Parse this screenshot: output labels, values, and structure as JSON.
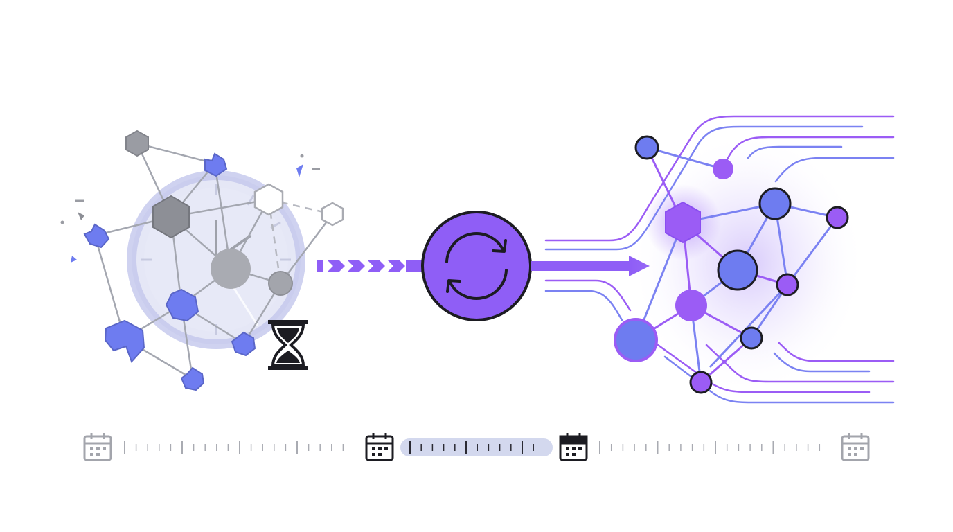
{
  "colors": {
    "background": "#ffffff",
    "stale_gray": "#9a9ca3",
    "stale_dark": "#8c8e95",
    "stale_fill": "#a7a9b0",
    "blue_node": "#6e7cf0",
    "purple_node": "#9b5cf5",
    "purple_accent": "#8f5ef6",
    "blue_line": "#7b82f2",
    "ink": "#1c1c22",
    "track": "#d3d8ee"
  },
  "diagram": {
    "left_cluster": {
      "state": "stale",
      "clock_overlay": true,
      "icons": [
        "hourglass-icon"
      ]
    },
    "center": {
      "icon": "refresh-icon",
      "arrow": "dashed-to-solid"
    },
    "right_cluster": {
      "state": "refreshed",
      "glow": true
    },
    "timeline": {
      "icons": [
        "calendar-icon-faded",
        "calendar-icon-active",
        "calendar-icon-active",
        "calendar-icon-faded"
      ],
      "highlight_range": "between-active-calendars"
    }
  }
}
